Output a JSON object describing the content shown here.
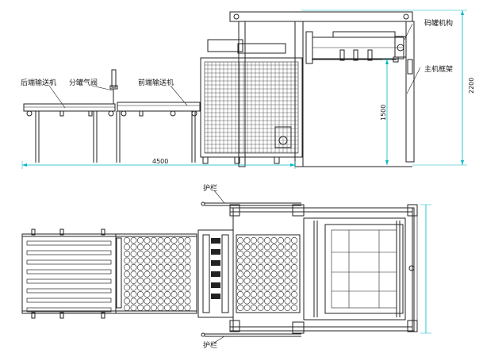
{
  "labels": {
    "rear_conveyor": "后端输送机",
    "can_separator": "分罐气阀",
    "front_conveyor": "前端输送机",
    "stacking_mechanism": "码罐机构",
    "main_frame": "主机框架",
    "guard_top": "护栏",
    "guard_bottom": "护栏"
  },
  "dimensions": {
    "total_length": "4500",
    "conveyor_height": "1500",
    "machine_height": "2200"
  },
  "colors": {
    "line": "#222222",
    "dimension": "#00b7c4",
    "background": "#ffffff"
  }
}
